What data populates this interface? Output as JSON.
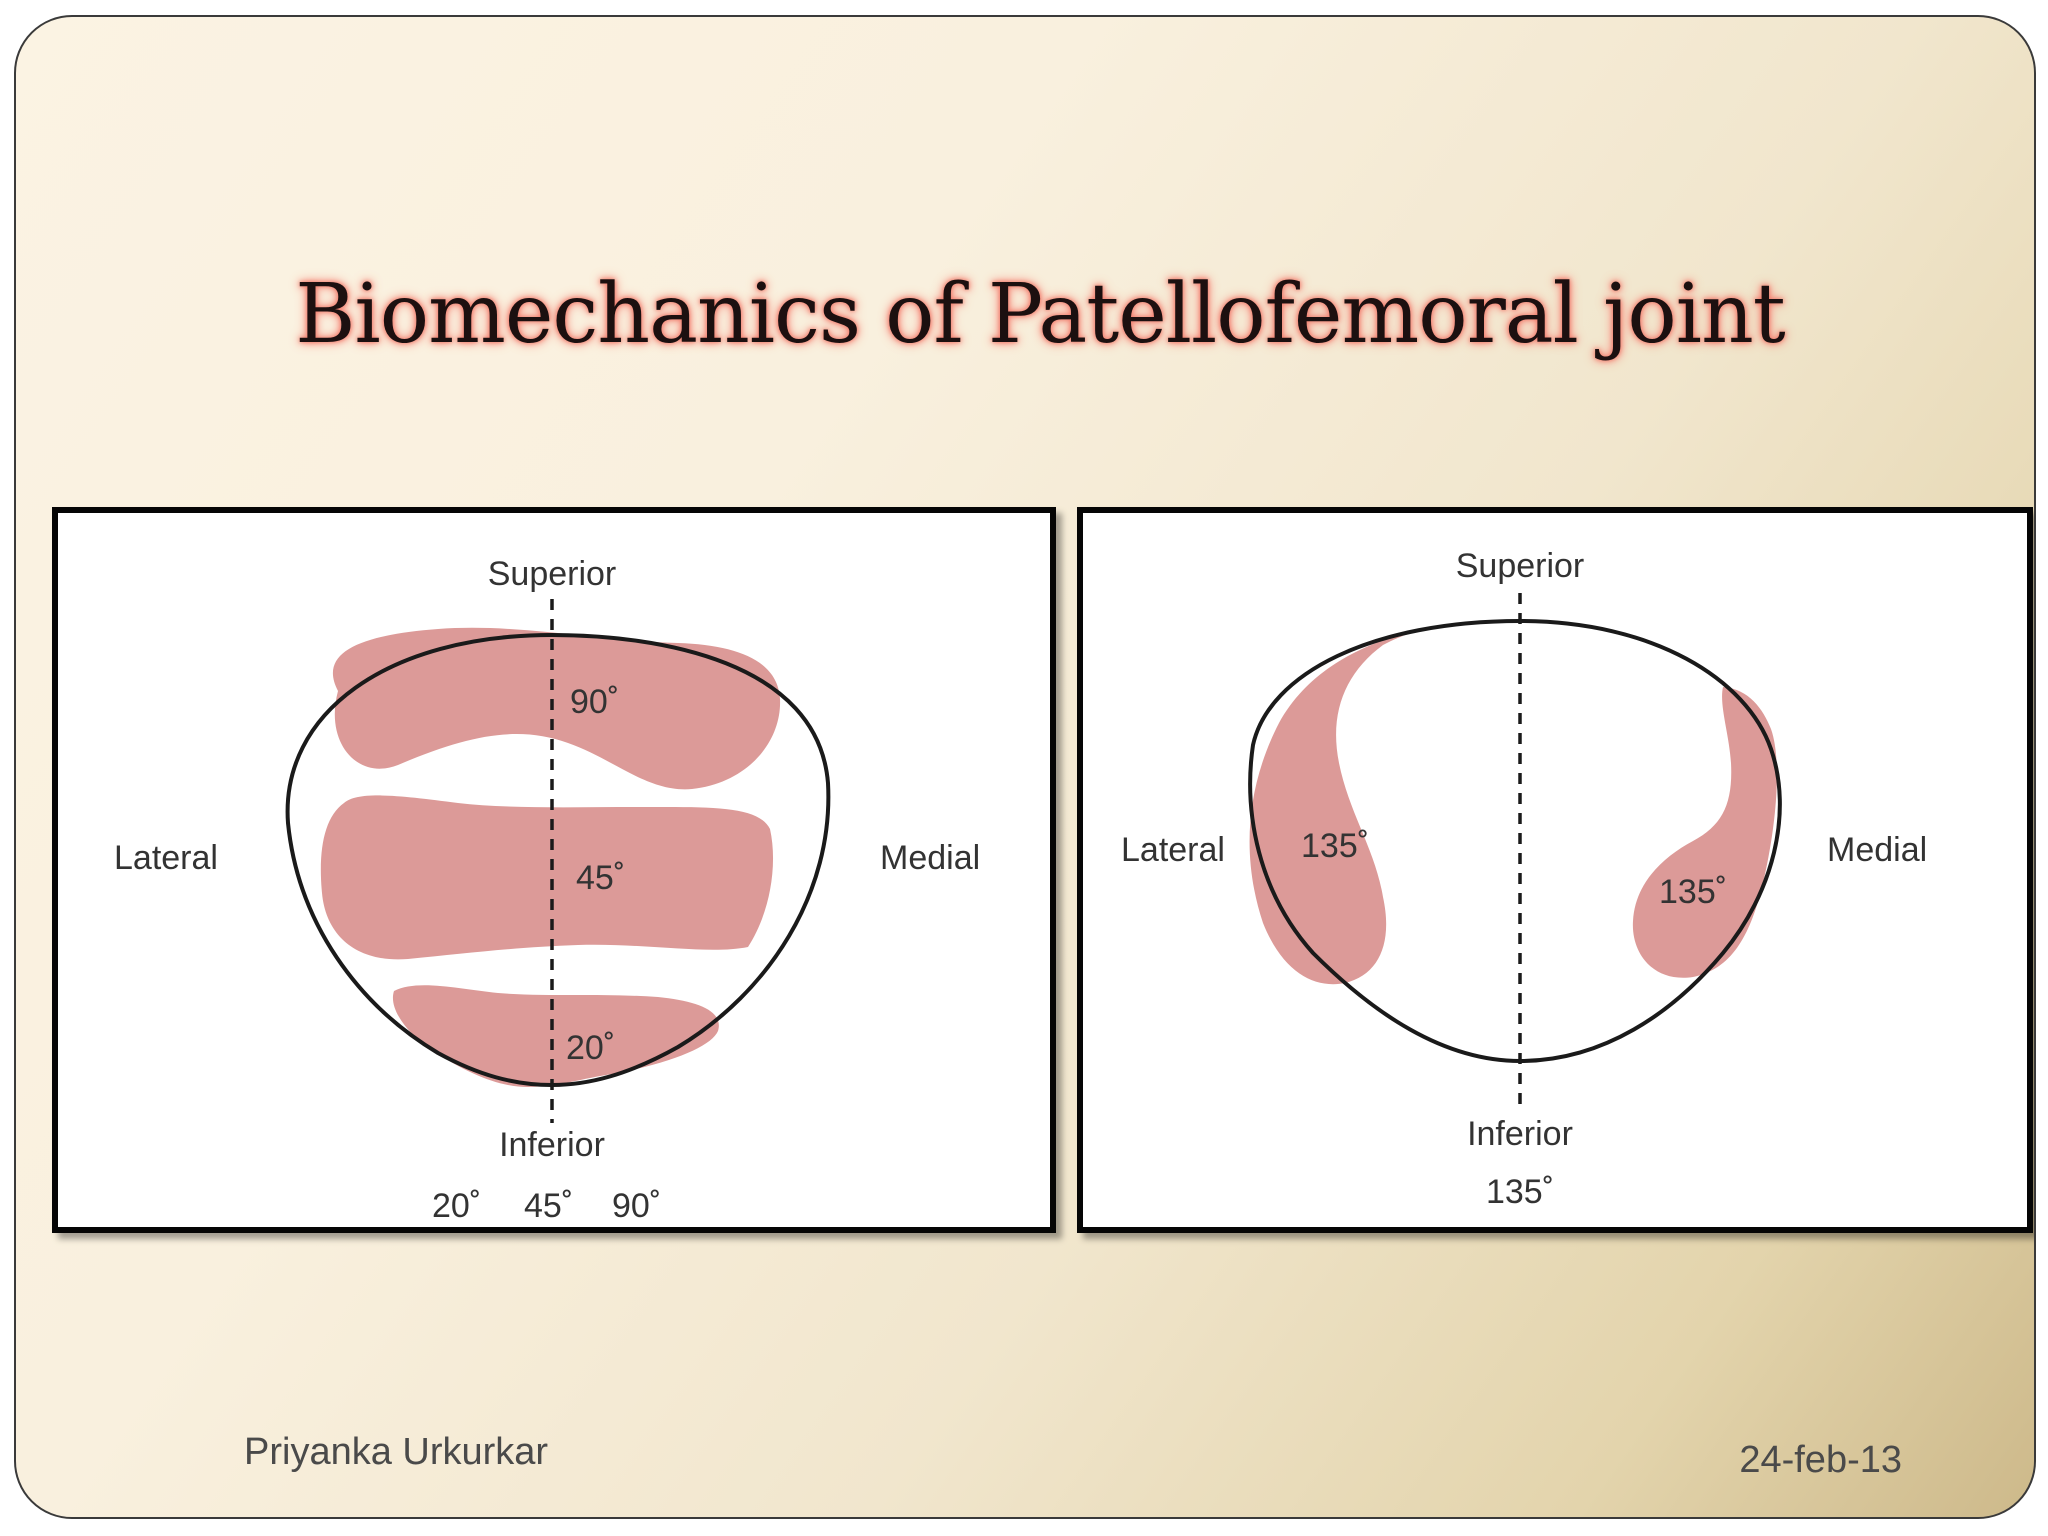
{
  "slide": {
    "title": "Biomechanics of Patellofemoral joint",
    "author": "Priyanka Urkurkar",
    "date": "24-feb-13"
  },
  "left_diagram": {
    "superior": "Superior",
    "inferior": "Inferior",
    "lateral": "Lateral",
    "medial": "Medial",
    "zone_90": "90˚",
    "zone_45": "45˚",
    "zone_20": "20˚",
    "caption_20": "20˚",
    "caption_45": "45˚",
    "caption_90": "90˚"
  },
  "right_diagram": {
    "superior": "Superior",
    "inferior": "Inferior",
    "lateral": "Lateral",
    "medial": "Medial",
    "zone_lateral": "135˚",
    "zone_medial": "135˚",
    "caption": "135˚"
  },
  "colors": {
    "contact_area": "#dc9a98",
    "outline": "#1a1a1a"
  }
}
